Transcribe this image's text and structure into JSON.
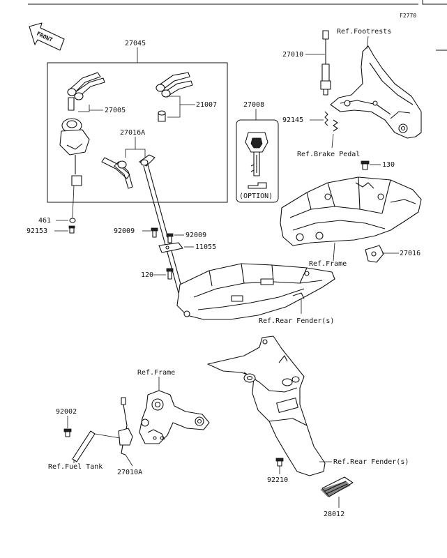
{
  "figure_code": "F2770",
  "front_label": "FRONT",
  "option_label": "(OPTION)",
  "callouts": {
    "c27045": "27045",
    "c27005": "27005",
    "c21007": "21007",
    "c27016a": "27016A",
    "c461": "461",
    "c92153": "92153",
    "c27008": "27008",
    "c27010": "27010",
    "c92145": "92145",
    "c130": "130",
    "c27016": "27016",
    "c92009a": "92009",
    "c92009b": "92009",
    "c11055": "11055",
    "c120": "120",
    "c92002": "92002",
    "c27010a": "27010A",
    "c92210": "92210",
    "c28012": "28012"
  },
  "refs": {
    "footrests": "Ref.Footrests",
    "brake_pedal": "Ref.Brake Pedal",
    "frame_upper": "Ref.Frame",
    "rear_fender_upper": "Ref.Rear Fender(s)",
    "frame_lower": "Ref.Frame",
    "fuel_tank": "Ref.Fuel Tank",
    "rear_fender_lower": "Ref.Rear Fender(s)"
  }
}
